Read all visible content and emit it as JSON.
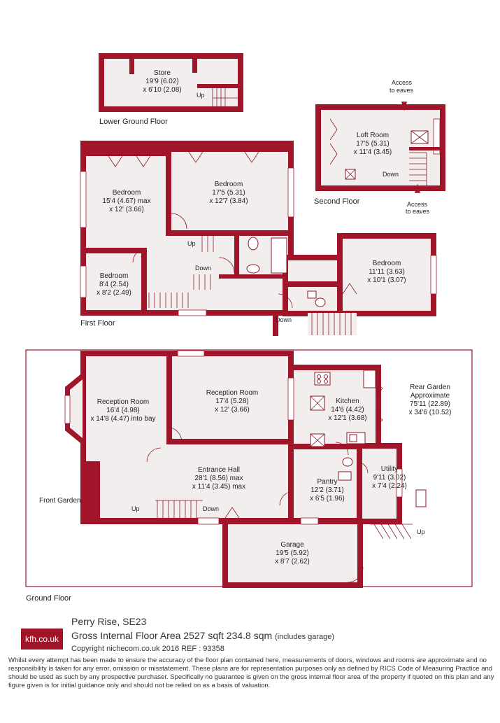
{
  "floors": {
    "lower_ground": "Lower Ground Floor",
    "second": "Second Floor",
    "first": "First Floor",
    "ground": "Ground Floor"
  },
  "rooms": {
    "store": [
      "Store",
      "19'9 (6.02)",
      "x 6'10 (2.08)"
    ],
    "loft": [
      "Loft Room",
      "17'5 (5.31)",
      "x 11'4 (3.45)"
    ],
    "bed1": [
      "Bedroom",
      "15'4 (4.67) max",
      "x 12' (3.66)"
    ],
    "bed2": [
      "Bedroom",
      "17'5 (5.31)",
      "x 12'7 (3.84)"
    ],
    "bed3": [
      "Bedroom",
      "8'4 (2.54)",
      "x 8'2 (2.49)"
    ],
    "bed4": [
      "Bedroom",
      "11'11 (3.63)",
      "x 10'1 (3.07)"
    ],
    "rec1": [
      "Reception Room",
      "16'4 (4.98)",
      "x 14'8 (4.47) into bay"
    ],
    "rec2": [
      "Reception Room",
      "17'4 (5.28)",
      "x 12' (3.66)"
    ],
    "kitchen": [
      "Kitchen",
      "14'6 (4.42)",
      "x 12'1 (3.68)"
    ],
    "hall": [
      "Entrance Hall",
      "28'1 (8.56) max",
      "x 11'4 (3.45) max"
    ],
    "pantry": [
      "Pantry",
      "12'2 (3.71)",
      "x 6'5 (1.96)"
    ],
    "utility": [
      "Utility",
      "9'11 (3.02)",
      "x 7'4 (2.24)"
    ],
    "garage": [
      "Garage",
      "19'5 (5.92)",
      "x 8'7 (2.62)"
    ]
  },
  "garden": {
    "rear": [
      "Rear Garden",
      "Approximate",
      "75'11 (22.89)",
      "x 34'6 (10.52)"
    ],
    "front": "Front Garden"
  },
  "access": {
    "top": [
      "Access",
      "to eaves"
    ],
    "bottom": [
      "Access",
      "to eaves"
    ]
  },
  "stair_labels": {
    "up": "Up",
    "down": "Down"
  },
  "footer": {
    "logo": "kfh.co.uk",
    "address": "Perry Rise, SE23",
    "area": "Gross Internal Floor Area 2527 sqft 234.8 sqm",
    "area_note": "(includes garage)",
    "copyright": "Copyright nichecom.co.uk 2016 REF : 93358",
    "disclaimer": "Whilst every attempt has been made to ensure the accuracy of the floor plan contained here, measurements of doors, windows and rooms are approximate and no responsibility is taken for any error, omission or misstatement.  These plans are for representation purposes only as defined by RICS Code of Measuring Practice and should be used as such by any prospective purchaser.  Specifically no guarantee is given on the gross internal floor area of the property if quoted on this plan and any figure given is for initial guidance only and should not be relied on as a basis of valuation."
  },
  "colors": {
    "wall": "#a0152a",
    "room": "#f3eeee"
  }
}
